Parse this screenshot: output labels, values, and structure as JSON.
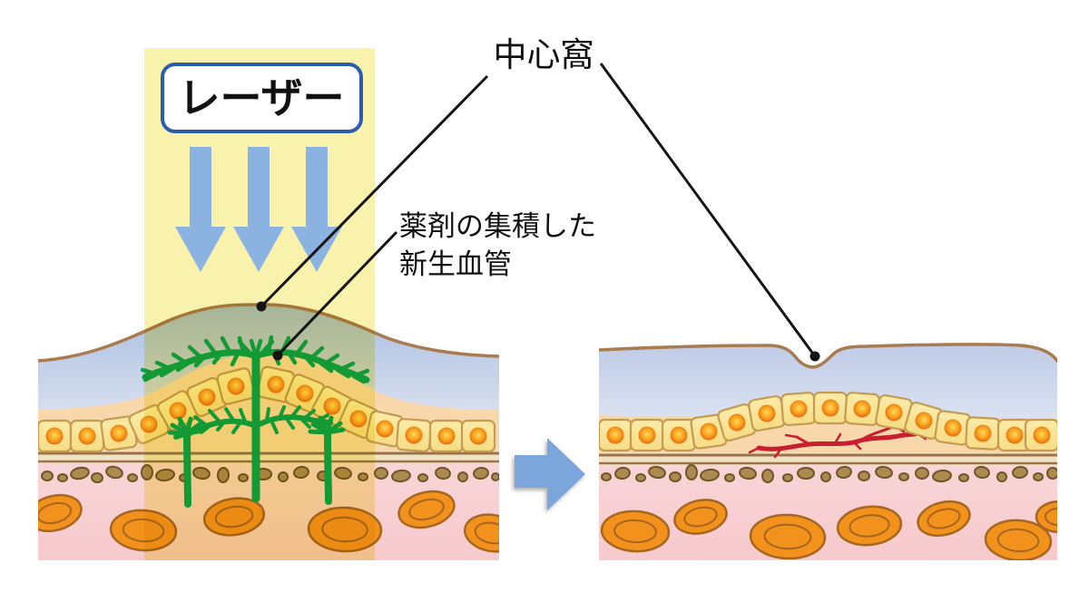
{
  "labels": {
    "laser": "レーザー",
    "fovea": "中心窩",
    "drug_vessels_line1": "薬剤の集積した",
    "drug_vessels_line2": "新生血管"
  },
  "icons": {
    "laser_arrows": "down-arrow-icon",
    "transition_arrow": "right-arrow-icon",
    "pointer_dots": "pointer-dot-icon"
  },
  "colors": {
    "laser_beam_yellow": "#F9F2AD",
    "laser_arrow_blue": "#8BB3E1",
    "transition_arrow_blue": "#7CA5DB",
    "laser_box_border_blue": "#2A5DAD",
    "retina_surface_brown": "#A87B50",
    "retina_blue_top": "#A9BEE0",
    "retina_blue_bottom": "#EAEEF7",
    "subretinal_peach": "#F8D8AB",
    "choroid_pink": "#F8D2D4",
    "rpe_cell_fill": "#FAE396",
    "rpe_cell_border": "#C49B52",
    "nucleus_orange": "#F09A1B",
    "bruch_membrane_brown": "#9C7249",
    "capillary_brown": "#AD8A50",
    "capillary_outline": "#6E5527",
    "choroid_vessel_orange": "#F2921C",
    "choroid_vessel_outline": "#A5661F",
    "neovessel_green": "#13A24C",
    "regressed_vessel_red": "#C81E2E",
    "pointer_black": "#141414"
  }
}
